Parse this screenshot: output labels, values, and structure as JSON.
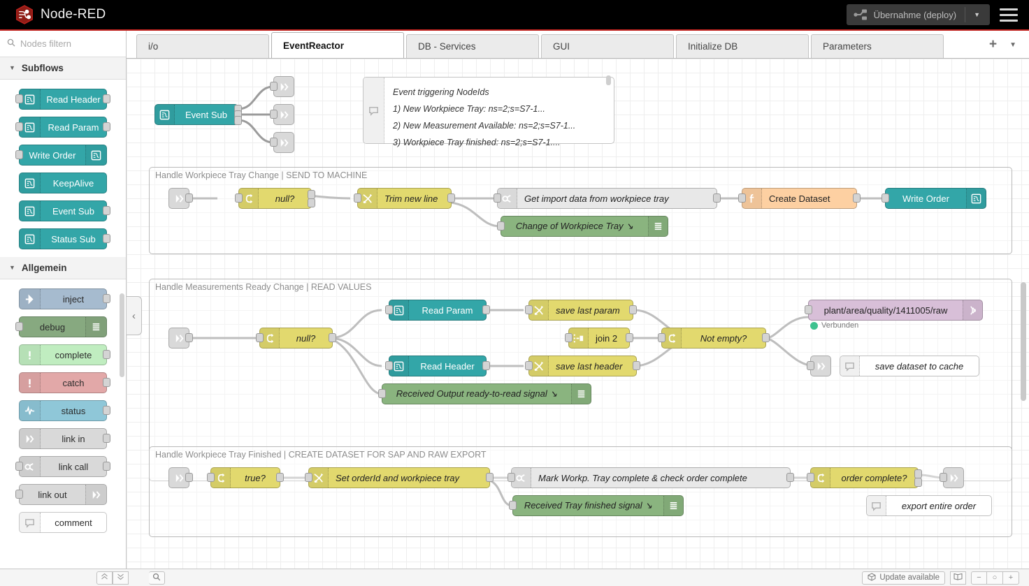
{
  "header": {
    "brand": "Node-RED",
    "logo_icon": "node-red-hex-logo-icon",
    "deploy_label": "Übernahme (deploy)",
    "deploy_icon": "deploy-icon",
    "deploy_caret_icon": "chevron-down-icon",
    "menu_icon": "hamburger-menu-icon"
  },
  "palette": {
    "search_placeholder": "Nodes filtern",
    "search_value": "",
    "search_icon": "search-icon",
    "categories": [
      {
        "label": "Subflows",
        "chevron_icon": "chevron-down-icon",
        "nodes": [
          {
            "label": "Read Header",
            "color": "c-subflow",
            "icon": "subflow-icon",
            "icon_side": "left",
            "in": true,
            "out": true
          },
          {
            "label": "Read Param",
            "color": "c-subflow",
            "icon": "subflow-icon",
            "icon_side": "left",
            "in": true,
            "out": true
          },
          {
            "label": "Write Order",
            "color": "c-subflow",
            "icon": "subflow-icon",
            "icon_side": "right",
            "in": true,
            "out": false
          },
          {
            "label": "KeepAlive",
            "color": "c-subflow",
            "icon": "subflow-icon",
            "icon_side": "left",
            "in": false,
            "out": false
          },
          {
            "label": "Event Sub",
            "color": "c-subflow",
            "icon": "subflow-icon",
            "icon_side": "left",
            "in": false,
            "out": true
          },
          {
            "label": "Status Sub",
            "color": "c-subflow",
            "icon": "subflow-icon",
            "icon_side": "left",
            "in": false,
            "out": true
          }
        ]
      },
      {
        "label": "Allgemein",
        "chevron_icon": "chevron-down-icon",
        "nodes": [
          {
            "label": "inject",
            "color": "c-inject",
            "icon": "inject-arrow-icon",
            "icon_side": "left",
            "in": false,
            "out": true
          },
          {
            "label": "debug",
            "color": "c-debug",
            "icon": "debug-lines-icon",
            "icon_side": "right",
            "in": true,
            "out": false
          },
          {
            "label": "complete",
            "color": "c-complete",
            "icon": "exclamation-icon",
            "icon_side": "left",
            "in": false,
            "out": true
          },
          {
            "label": "catch",
            "color": "c-catch",
            "icon": "exclamation-icon",
            "icon_side": "left",
            "in": false,
            "out": true
          },
          {
            "label": "status",
            "color": "c-status",
            "icon": "pulse-wave-icon",
            "icon_side": "left",
            "in": false,
            "out": true
          },
          {
            "label": "link in",
            "color": "c-link",
            "icon": "link-in-icon",
            "icon_side": "left",
            "in": false,
            "out": true
          },
          {
            "label": "link call",
            "color": "c-link",
            "icon": "link-call-icon",
            "icon_side": "left",
            "in": true,
            "out": true
          },
          {
            "label": "link out",
            "color": "c-link",
            "icon": "link-out-icon",
            "icon_side": "right",
            "in": true,
            "out": false
          },
          {
            "label": "comment",
            "color": "c-comment",
            "icon": "comment-bubble-icon",
            "icon_side": "left",
            "in": false,
            "out": false
          }
        ]
      }
    ]
  },
  "workspace": {
    "tabs": [
      {
        "label": "i/o",
        "active": false
      },
      {
        "label": "EventReactor",
        "active": true
      },
      {
        "label": "DB - Services",
        "active": false
      },
      {
        "label": "GUI",
        "active": false
      },
      {
        "label": "Initialize DB",
        "active": false
      },
      {
        "label": "Parameters",
        "active": false
      }
    ],
    "add_tab_icon": "plus-icon",
    "more_tabs_icon": "chevron-down-icon",
    "collapse_icon": "chevron-left-icon"
  },
  "flow": {
    "event_sub": {
      "label": "Event Sub",
      "icon": "subflow-icon"
    },
    "link_out_icon": "link-out-icon",
    "link_in_icon": "link-in-icon",
    "comment_icon": "comment-bubble-icon",
    "top_comment": {
      "lines": [
        "Event triggering NodeIds",
        "1) New Workpiece Tray: ns=2;s=S7-1...",
        "2) New Measurement Available: ns=2;s=S7-1...",
        "3) Workpiece Tray finished: ns=2;s=S7-1...."
      ]
    },
    "groups": [
      {
        "title": "Handle Workpiece Tray Change | SEND TO MACHINE",
        "nodes": [
          {
            "label": "null?",
            "color": "c-switch",
            "icon": "switch-icon"
          },
          {
            "label": "Trim new line",
            "color": "c-change",
            "icon": "change-icon"
          },
          {
            "label": "Get import data from workpiece tray",
            "color": "c-gray",
            "icon": "link-call-icon"
          },
          {
            "label": "Change of Workpiece Tray ↘",
            "color": "c-group",
            "icon": "debug-lines-icon"
          },
          {
            "label": "Create Dataset",
            "color": "c-func",
            "icon": "function-icon"
          },
          {
            "label": "Write Order",
            "color": "c-subflow",
            "icon": "subflow-icon"
          }
        ]
      },
      {
        "title": "Handle Measurements Ready Change | READ VALUES",
        "nodes": [
          {
            "label": "null?",
            "color": "c-switch",
            "icon": "switch-icon"
          },
          {
            "label": "Read Param",
            "color": "c-subflow",
            "icon": "subflow-icon"
          },
          {
            "label": "Read Header",
            "color": "c-subflow",
            "icon": "subflow-icon"
          },
          {
            "label": "save last param",
            "color": "c-change",
            "icon": "change-icon"
          },
          {
            "label": "save last header",
            "color": "c-change",
            "icon": "change-icon"
          },
          {
            "label": "join 2",
            "color": "c-join",
            "icon": "join-icon"
          },
          {
            "label": "Not empty?",
            "color": "c-switch",
            "icon": "switch-icon"
          },
          {
            "label": "Received Output ready-to-read signal ↘",
            "color": "c-group",
            "icon": "debug-lines-icon"
          },
          {
            "label": "plant/area/quality/1411005/raw",
            "color": "c-mqtt",
            "icon": "mqtt-icon",
            "status": "Verbunden"
          },
          {
            "label": "save dataset to cache",
            "color": "c-comment",
            "icon": "comment-bubble-icon"
          }
        ]
      },
      {
        "title": "Handle Workpiece Tray Finished | CREATE DATASET FOR SAP AND RAW EXPORT",
        "nodes": [
          {
            "label": "true?",
            "color": "c-switch",
            "icon": "switch-icon"
          },
          {
            "label": "Set orderId and workpiece tray",
            "color": "c-change",
            "icon": "change-icon"
          },
          {
            "label": "Mark Workp. Tray complete & check order complete",
            "color": "c-gray",
            "icon": "link-call-icon"
          },
          {
            "label": "Received Tray finished signal ↘",
            "color": "c-group",
            "icon": "debug-lines-icon"
          },
          {
            "label": "order complete?",
            "color": "c-switch",
            "icon": "switch-icon"
          },
          {
            "label": "export entire order",
            "color": "c-comment",
            "icon": "comment-bubble-icon"
          }
        ]
      }
    ]
  },
  "footer": {
    "collapse_all_icon": "chevrons-up-icon",
    "expand_all_icon": "chevrons-down-icon",
    "search_icon": "search-icon",
    "update_label": "Update available",
    "update_icon": "package-icon",
    "book_icon": "book-icon",
    "zoom_out_label": "−",
    "zoom_reset_label": "○",
    "zoom_in_label": "+"
  },
  "colors": {
    "brand_red": "#c0231f",
    "subflow_teal": "#33a6a8",
    "switch_yellow": "#e2d96e",
    "function_orange": "#fdd0a2",
    "group_green": "#8ab47f",
    "mqtt_purple": "#d8bfd8",
    "status_connected": "#3ec28f"
  }
}
